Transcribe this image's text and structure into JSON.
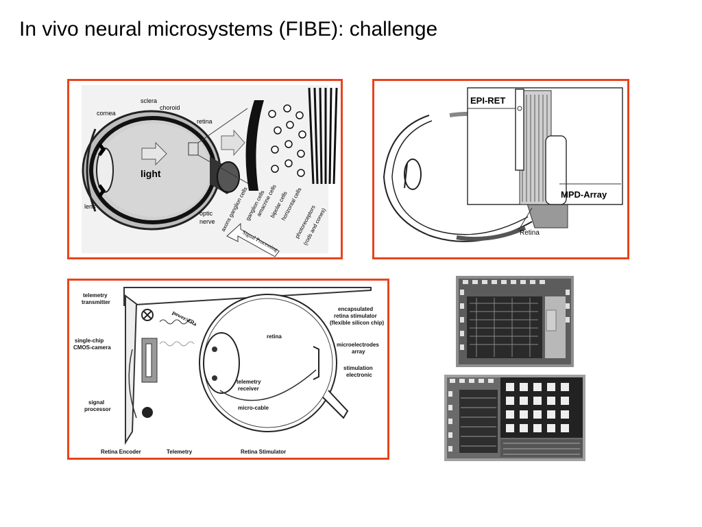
{
  "slide": {
    "title": "In vivo neural microsystems (FIBE): challenge"
  },
  "colors": {
    "accent_border": "#e8431c",
    "diagram_fill": "#d8d8d8",
    "ink": "#111111"
  },
  "eye_anatomy": {
    "labels": {
      "sclera": "sclera",
      "choroid": "choroid",
      "cornea": "cornea",
      "retina": "retina",
      "light": "light",
      "lens": "lens",
      "optic_nerve_1": "optic",
      "optic_nerve_2": "nerve",
      "axons": "axons ganglion cells",
      "ganglion": "ganglion cells",
      "amacrine": "amacrine cells",
      "bipolar": "bipolar cells",
      "horizontal": "horizontal cells",
      "photoreceptors": "photoreceptors",
      "rods_cones": "(rods and cones)",
      "signal_processing": "Signal Processing"
    }
  },
  "epiret": {
    "labels": {
      "epi_ret": "EPI-RET",
      "mpd_array": "MPD-Array",
      "retina": "Retina"
    }
  },
  "implant": {
    "labels": {
      "telemetry_transmitter_1": "telemetry",
      "telemetry_transmitter_2": "transmitter",
      "camera_1": "single-chip",
      "camera_2": "CMOS-camera",
      "signal_processor_1": "signal",
      "signal_processor_2": "processor",
      "power_data": "power/data",
      "retina": "retina",
      "encapsulated_1": "encapsulated",
      "encapsulated_2": "retina stimulator",
      "encapsulated_3": "(flexible silicon chip)",
      "microelectrodes_1": "microelectrodes",
      "microelectrodes_2": "array",
      "stimulation_1": "stimulation",
      "stimulation_2": "electronic",
      "telemetry_receiver_1": "telemetry",
      "telemetry_receiver_2": "receiver",
      "micro_cable": "micro-cable",
      "footer_encoder": "Retina Encoder",
      "footer_telemetry": "Telemetry",
      "footer_stimulator": "Retina Stimulator"
    }
  }
}
